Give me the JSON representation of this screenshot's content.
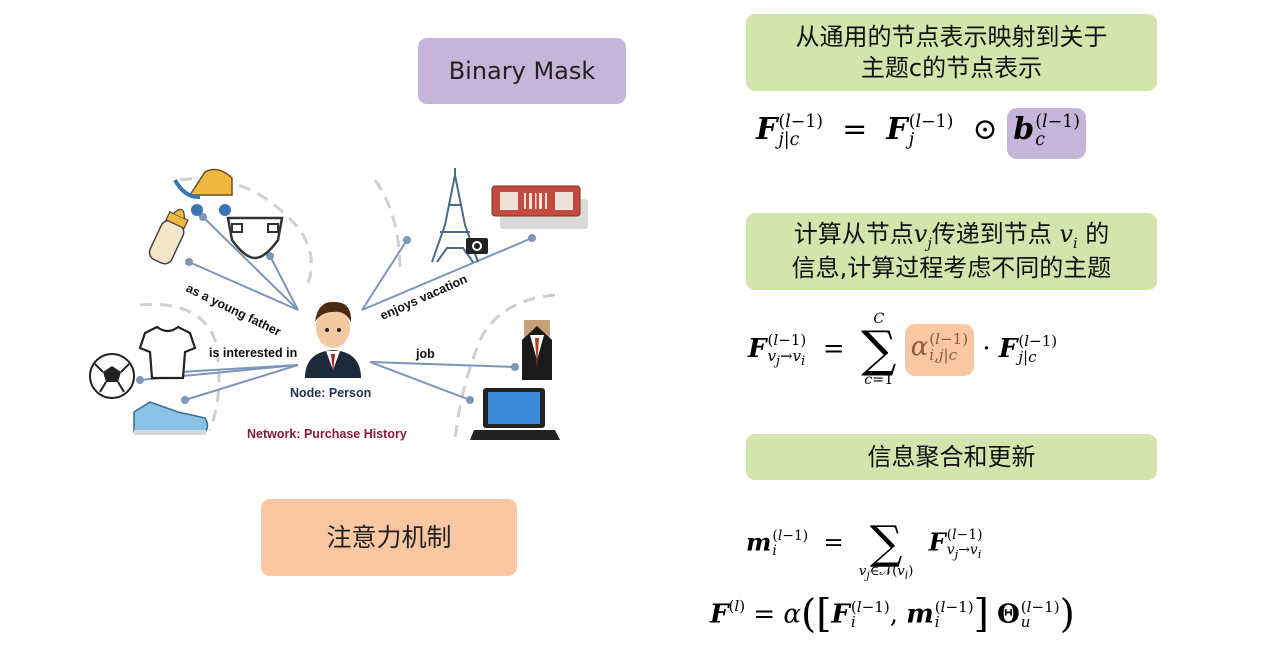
{
  "labels": {
    "binary_mask": "Binary Mask",
    "attention": "注意力机制",
    "green1": "从通用的节点表示映射到关于\n主题c的节点表示",
    "green2_line1": "计算从节点",
    "green2_mid": "传递到节点",
    "green2_line1_end": "的",
    "green2_line2": "信息,计算过程考虑不同的主题",
    "green3": "信息聚合和更新"
  },
  "network": {
    "node_label": "Node: Person",
    "network_label": "Network: Purchase History",
    "edge_young_father": "as a young father",
    "edge_enjoys_vacation": "enjoys vacation",
    "edge_interested": "is interested in",
    "edge_job": "job"
  },
  "colors": {
    "purple": "#c5b5d8",
    "peach": "#f9c8a2",
    "green": "#d3e4ac",
    "edge": "#7e94b8",
    "red_label": "#8b1a3a"
  }
}
